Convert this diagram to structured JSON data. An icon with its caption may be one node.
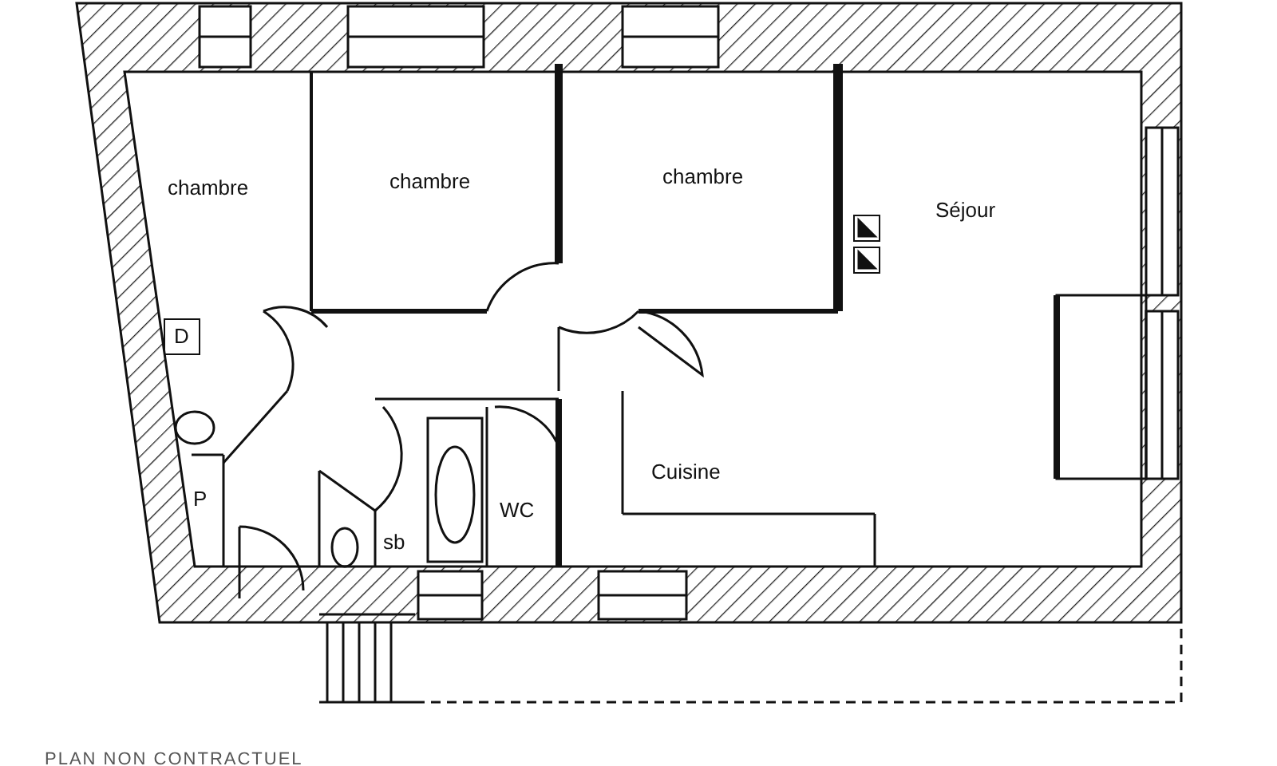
{
  "diagram": {
    "nodes": [
      {
        "text": [
          "chambre"
        ]
      },
      {
        "text": [
          "chambre"
        ]
      },
      {
        "text": [
          "chambre"
        ]
      },
      {
        "text": [
          "Séjour"
        ]
      },
      {
        "text": [
          "D"
        ]
      },
      {
        "text": [
          "Cuisine"
        ]
      },
      {
        "text": [
          "P"
        ]
      },
      {
        "text": [
          "sb"
        ]
      },
      {
        "text": [
          "WC"
        ]
      }
    ],
    "edges": [],
    "labels": [
      "PLAN NON CONTRACTUEL"
    ]
  }
}
